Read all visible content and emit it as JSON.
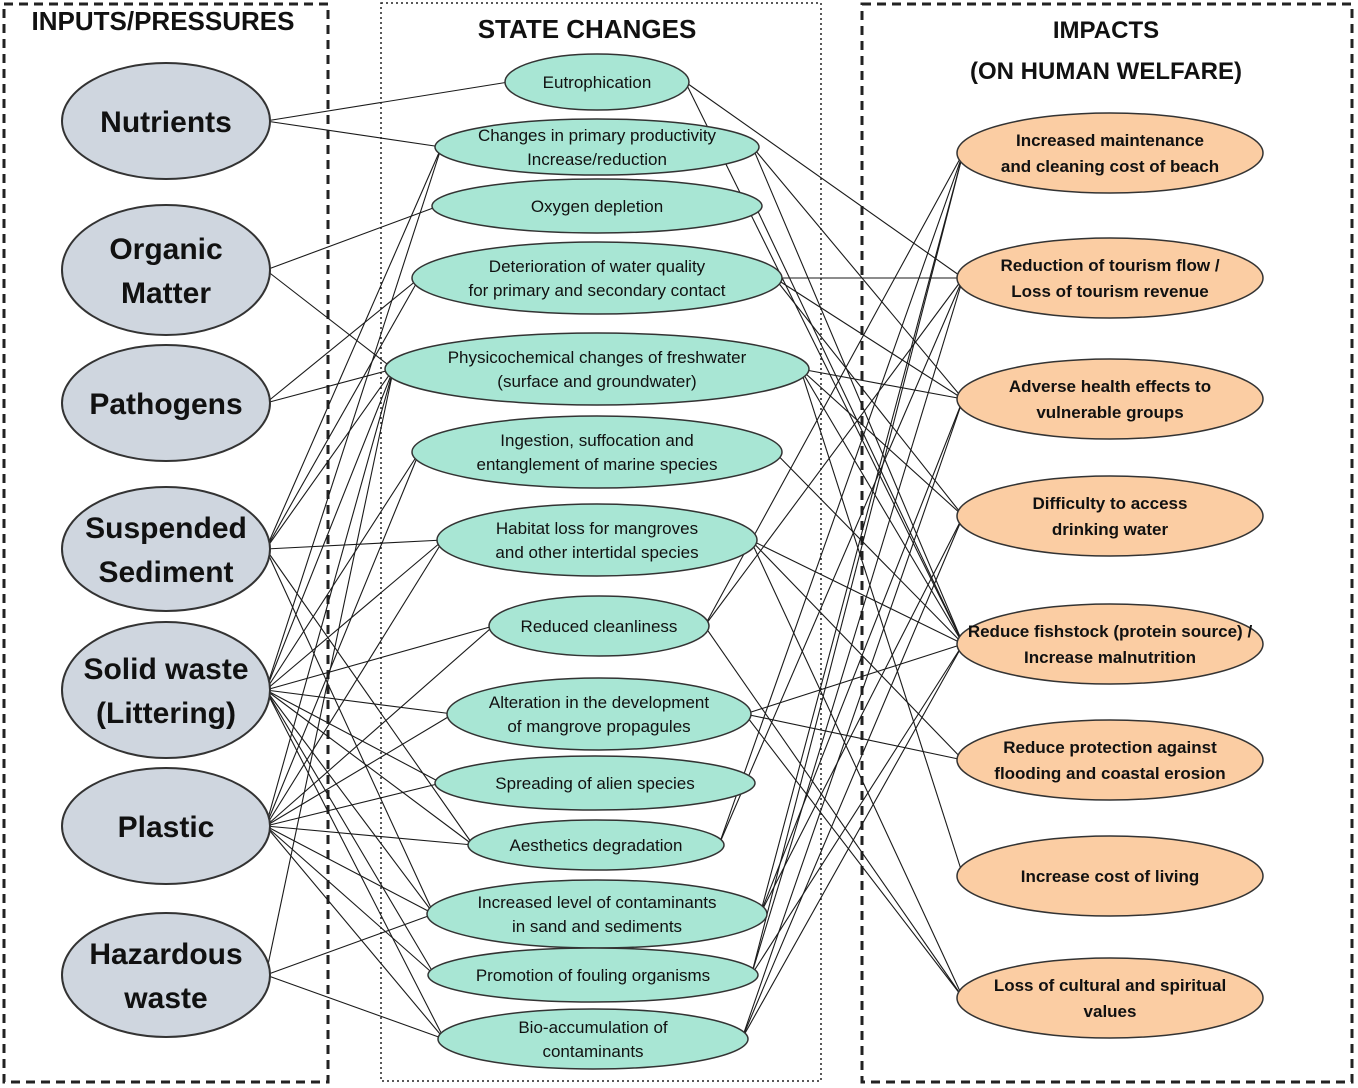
{
  "columns": {
    "inputs": {
      "title": "INPUTS/PRESSURES"
    },
    "states": {
      "title": "STATE CHANGES"
    },
    "impacts": {
      "title_line1": "IMPACTS",
      "title_line2": "(ON HUMAN WELFARE)"
    }
  },
  "inputs": [
    {
      "id": "nutrients",
      "lines": [
        "Nutrients"
      ]
    },
    {
      "id": "organic",
      "lines": [
        "Organic",
        "Matter"
      ]
    },
    {
      "id": "pathogens",
      "lines": [
        "Pathogens"
      ]
    },
    {
      "id": "sediment",
      "lines": [
        "Suspended",
        "Sediment"
      ]
    },
    {
      "id": "solid",
      "lines": [
        "Solid waste",
        "(Littering)"
      ]
    },
    {
      "id": "plastic",
      "lines": [
        "Plastic"
      ]
    },
    {
      "id": "hazardous",
      "lines": [
        "Hazardous",
        "waste"
      ]
    }
  ],
  "states": [
    {
      "id": "eutro",
      "lines": [
        "Eutrophication"
      ]
    },
    {
      "id": "primprod",
      "lines": [
        "Changes in primary productivity",
        "Increase/reduction"
      ]
    },
    {
      "id": "oxygen",
      "lines": [
        "Oxygen depletion"
      ]
    },
    {
      "id": "waterq",
      "lines": [
        "Deterioration of water quality",
        "for primary and secondary contact"
      ]
    },
    {
      "id": "physchem",
      "lines": [
        "Physicochemical changes of freshwater",
        "(surface and groundwater)"
      ]
    },
    {
      "id": "ingest",
      "lines": [
        "Ingestion, suffocation and",
        "entanglement of marine species"
      ]
    },
    {
      "id": "habitat",
      "lines": [
        "Habitat loss for mangroves",
        "and other intertidal species"
      ]
    },
    {
      "id": "clean",
      "lines": [
        "Reduced cleanliness"
      ]
    },
    {
      "id": "propag",
      "lines": [
        "Alteration in the development",
        "of mangrove propagules"
      ]
    },
    {
      "id": "alien",
      "lines": [
        "Spreading of alien species"
      ]
    },
    {
      "id": "aesth",
      "lines": [
        "Aesthetics degradation"
      ]
    },
    {
      "id": "contam",
      "lines": [
        "Increased level of contaminants",
        "in sand and sediments"
      ]
    },
    {
      "id": "fouling",
      "lines": [
        "Promotion of fouling organisms"
      ]
    },
    {
      "id": "bioacc",
      "lines": [
        "Bio-accumulation of",
        "contaminants"
      ]
    }
  ],
  "impacts": [
    {
      "id": "maint",
      "lines": [
        "Increased maintenance",
        "and cleaning cost of beach"
      ]
    },
    {
      "id": "tourism",
      "lines": [
        "Reduction of tourism flow /",
        "Loss of tourism revenue"
      ]
    },
    {
      "id": "health",
      "lines": [
        "Adverse health effects to",
        "vulnerable groups"
      ]
    },
    {
      "id": "drink",
      "lines": [
        "Difficulty to access",
        "drinking water"
      ]
    },
    {
      "id": "fish",
      "lines": [
        "Reduce fishstock (protein source) /",
        "Increase malnutrition"
      ]
    },
    {
      "id": "flood",
      "lines": [
        "Reduce protection against",
        "flooding and coastal erosion"
      ]
    },
    {
      "id": "cost",
      "lines": [
        "Increase cost of living"
      ]
    },
    {
      "id": "culture",
      "lines": [
        "Loss of cultural and spiritual",
        "values"
      ]
    }
  ],
  "links_input_state": [
    [
      "nutrients",
      "eutro"
    ],
    [
      "nutrients",
      "primprod"
    ],
    [
      "organic",
      "oxygen"
    ],
    [
      "organic",
      "physchem"
    ],
    [
      "pathogens",
      "waterq"
    ],
    [
      "pathogens",
      "physchem"
    ],
    [
      "sediment",
      "primprod"
    ],
    [
      "sediment",
      "waterq"
    ],
    [
      "sediment",
      "physchem"
    ],
    [
      "sediment",
      "habitat"
    ],
    [
      "sediment",
      "aesth"
    ],
    [
      "sediment",
      "contam"
    ],
    [
      "solid",
      "primprod"
    ],
    [
      "solid",
      "physchem"
    ],
    [
      "solid",
      "ingest"
    ],
    [
      "solid",
      "habitat"
    ],
    [
      "solid",
      "clean"
    ],
    [
      "solid",
      "propag"
    ],
    [
      "solid",
      "alien"
    ],
    [
      "solid",
      "aesth"
    ],
    [
      "solid",
      "contam"
    ],
    [
      "solid",
      "fouling"
    ],
    [
      "solid",
      "bioacc"
    ],
    [
      "plastic",
      "physchem"
    ],
    [
      "plastic",
      "ingest"
    ],
    [
      "plastic",
      "habitat"
    ],
    [
      "plastic",
      "clean"
    ],
    [
      "plastic",
      "propag"
    ],
    [
      "plastic",
      "alien"
    ],
    [
      "plastic",
      "aesth"
    ],
    [
      "plastic",
      "contam"
    ],
    [
      "plastic",
      "fouling"
    ],
    [
      "plastic",
      "bioacc"
    ],
    [
      "hazardous",
      "physchem"
    ],
    [
      "hazardous",
      "contam"
    ],
    [
      "hazardous",
      "bioacc"
    ]
  ],
  "links_state_impact": [
    [
      "eutro",
      "tourism"
    ],
    [
      "eutro",
      "fish"
    ],
    [
      "primprod",
      "health"
    ],
    [
      "primprod",
      "fish"
    ],
    [
      "oxygen",
      "fish"
    ],
    [
      "waterq",
      "tourism"
    ],
    [
      "waterq",
      "health"
    ],
    [
      "waterq",
      "drink"
    ],
    [
      "physchem",
      "health"
    ],
    [
      "physchem",
      "drink"
    ],
    [
      "physchem",
      "fish"
    ],
    [
      "physchem",
      "cost"
    ],
    [
      "ingest",
      "fish"
    ],
    [
      "habitat",
      "fish"
    ],
    [
      "habitat",
      "flood"
    ],
    [
      "habitat",
      "culture"
    ],
    [
      "clean",
      "maint"
    ],
    [
      "clean",
      "tourism"
    ],
    [
      "clean",
      "culture"
    ],
    [
      "propag",
      "fish"
    ],
    [
      "propag",
      "flood"
    ],
    [
      "propag",
      "culture"
    ],
    [
      "aesth",
      "maint"
    ],
    [
      "aesth",
      "tourism"
    ],
    [
      "contam",
      "maint"
    ],
    [
      "contam",
      "health"
    ],
    [
      "contam",
      "drink"
    ],
    [
      "fouling",
      "maint"
    ],
    [
      "fouling",
      "tourism"
    ],
    [
      "fouling",
      "fish"
    ],
    [
      "bioacc",
      "health"
    ],
    [
      "bioacc",
      "drink"
    ],
    [
      "bioacc",
      "fish"
    ]
  ],
  "colors": {
    "input_fill": "#cfd6df",
    "state_fill": "#a8e6d4",
    "impact_fill": "#fbcda3",
    "line": "#1a1a1a",
    "frame": "#222222"
  }
}
